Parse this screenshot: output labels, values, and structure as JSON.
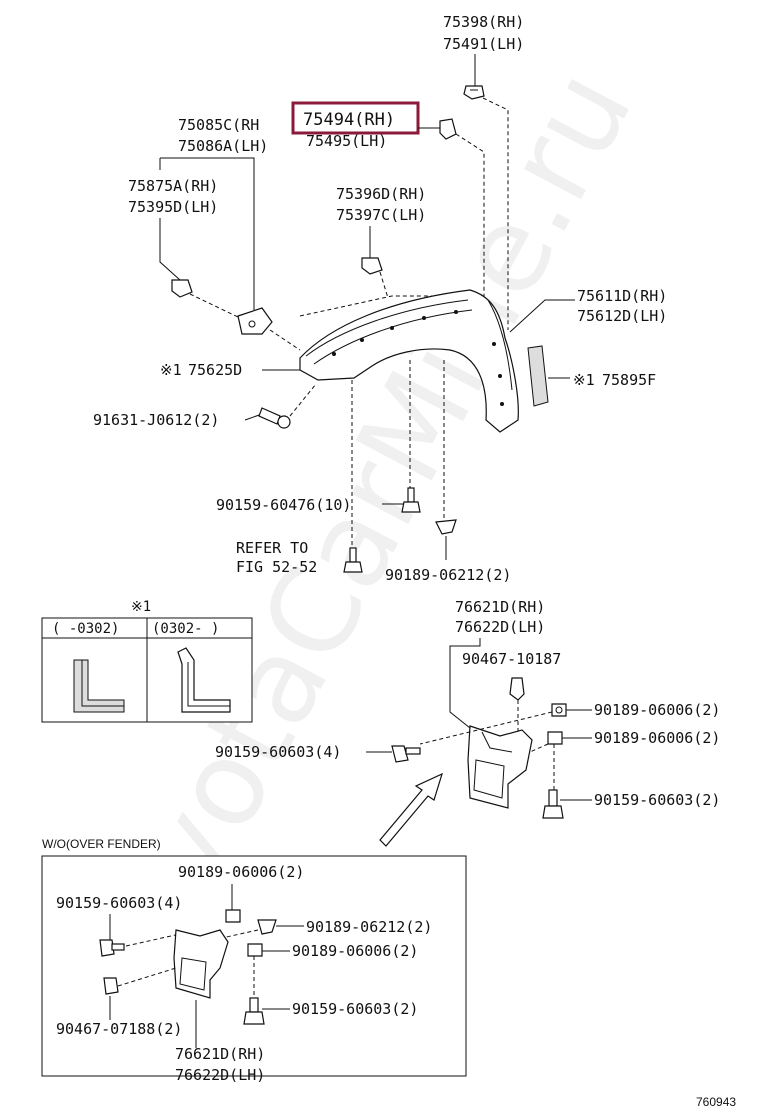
{
  "diagram_id": "760943",
  "highlight_color": "#8b1a3a",
  "watermark": "ToyotaCarMine.ru",
  "note_symbol": "※1",
  "labels": {
    "p75398": "75398(RH)",
    "p75491": "75491(LH)",
    "p75494": "75494(RH)",
    "p75495": "75495(LH)",
    "p75085c": "75085C(RH",
    "p75086a": "75086A(LH)",
    "p75875a": "75875A(RH)",
    "p75395d": "75395D(LH)",
    "p75396d": "75396D(RH)",
    "p75397c": "75397C(LH)",
    "p75611d": "75611D(RH)",
    "p75612d": "75612D(LH)",
    "p75625d": "75625D",
    "p75895f": "75895F",
    "p91631": "91631-J0612(2)",
    "p90159_60476": "90159-60476(10)",
    "refer1": "REFER TO",
    "refer2": "FIG 52-52",
    "p90189_06212": "90189-06212(2)",
    "p76621d": "76621D(RH)",
    "p76622d": "76622D(LH)",
    "p90467_10187": "90467-10187",
    "p90189_06006_a": "90189-06006(2)",
    "p90189_06006_b": "90189-06006(2)",
    "p90159_60603_l": "90159-60603(4)",
    "p90159_60603_r": "90159-60603(2)",
    "inset_note": "※1",
    "inset_col1": "( -0302)",
    "inset_col2": "(0302- )",
    "wo_title": "W/O(OVER FENDER)",
    "wo_90189_06006_top": "90189-06006(2)",
    "wo_90159_60603_4": "90159-60603(4)",
    "wo_90189_06212": "90189-06212(2)",
    "wo_90189_06006_mid": "90189-06006(2)",
    "wo_90159_60603_2": "90159-60603(2)",
    "wo_90467_07188": "90467-07188(2)",
    "wo_76621d": "76621D(RH)",
    "wo_76622d": "76622D(LH)"
  }
}
